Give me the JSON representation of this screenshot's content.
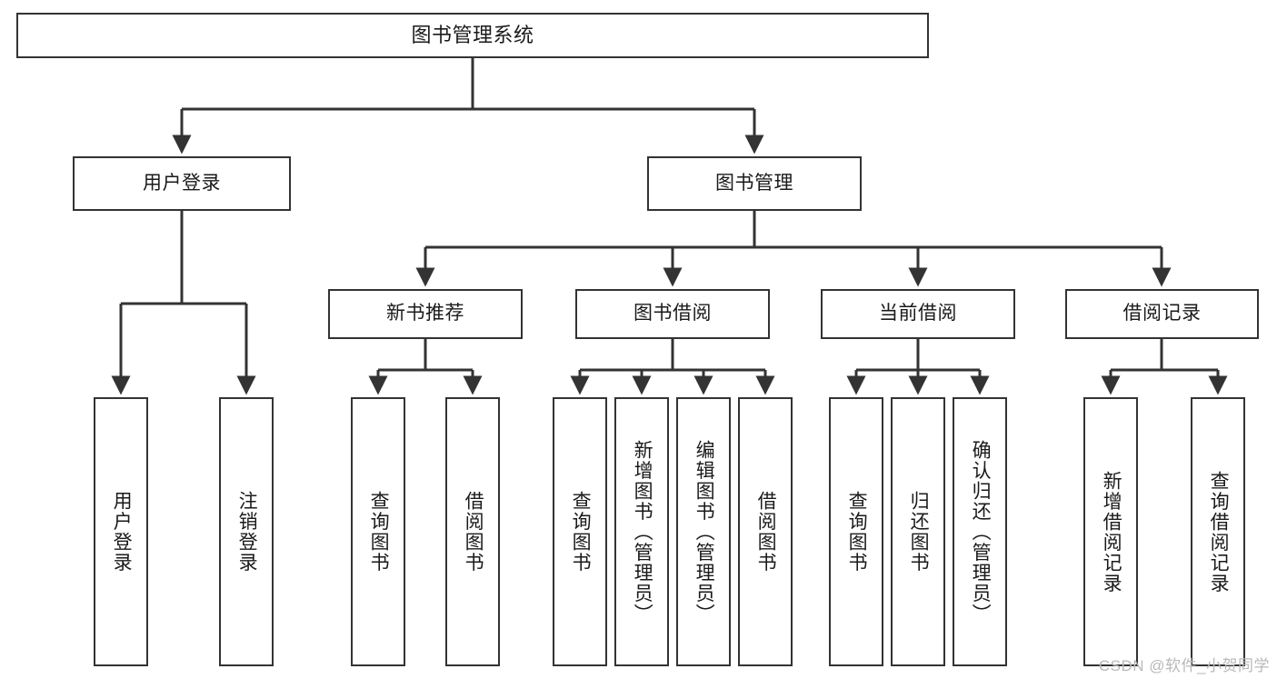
{
  "diagram": {
    "title": "图书管理系统",
    "root": {
      "label": "图书管理系统"
    },
    "level2": [
      {
        "label": "用户登录"
      },
      {
        "label": "图书管理"
      }
    ],
    "level3": [
      {
        "label": "新书推荐"
      },
      {
        "label": "图书借阅"
      },
      {
        "label": "当前借阅"
      },
      {
        "label": "借阅记录"
      }
    ],
    "leaves": {
      "user_login": [
        {
          "label": "用户登录"
        },
        {
          "label": "注销登录"
        }
      ],
      "new_book_recommend": [
        {
          "label": "查询图书"
        },
        {
          "label": "借阅图书"
        }
      ],
      "book_borrow": [
        {
          "label": "查询图书"
        },
        {
          "label": "新增图书（管理员）"
        },
        {
          "label": "编辑图书（管理员）"
        },
        {
          "label": "借阅图书"
        }
      ],
      "current_borrow": [
        {
          "label": "查询图书"
        },
        {
          "label": "归还图书"
        },
        {
          "label": "确认归还（管理员）"
        }
      ],
      "borrow_records": [
        {
          "label": "新增借阅记录"
        },
        {
          "label": "查询借阅记录"
        }
      ]
    }
  },
  "watermark": "CSDN @软件_小贺同学",
  "colors": {
    "stroke": "#333333",
    "background": "#ffffff",
    "text": "#1a1a1a",
    "watermark": "#b9b9b9"
  }
}
